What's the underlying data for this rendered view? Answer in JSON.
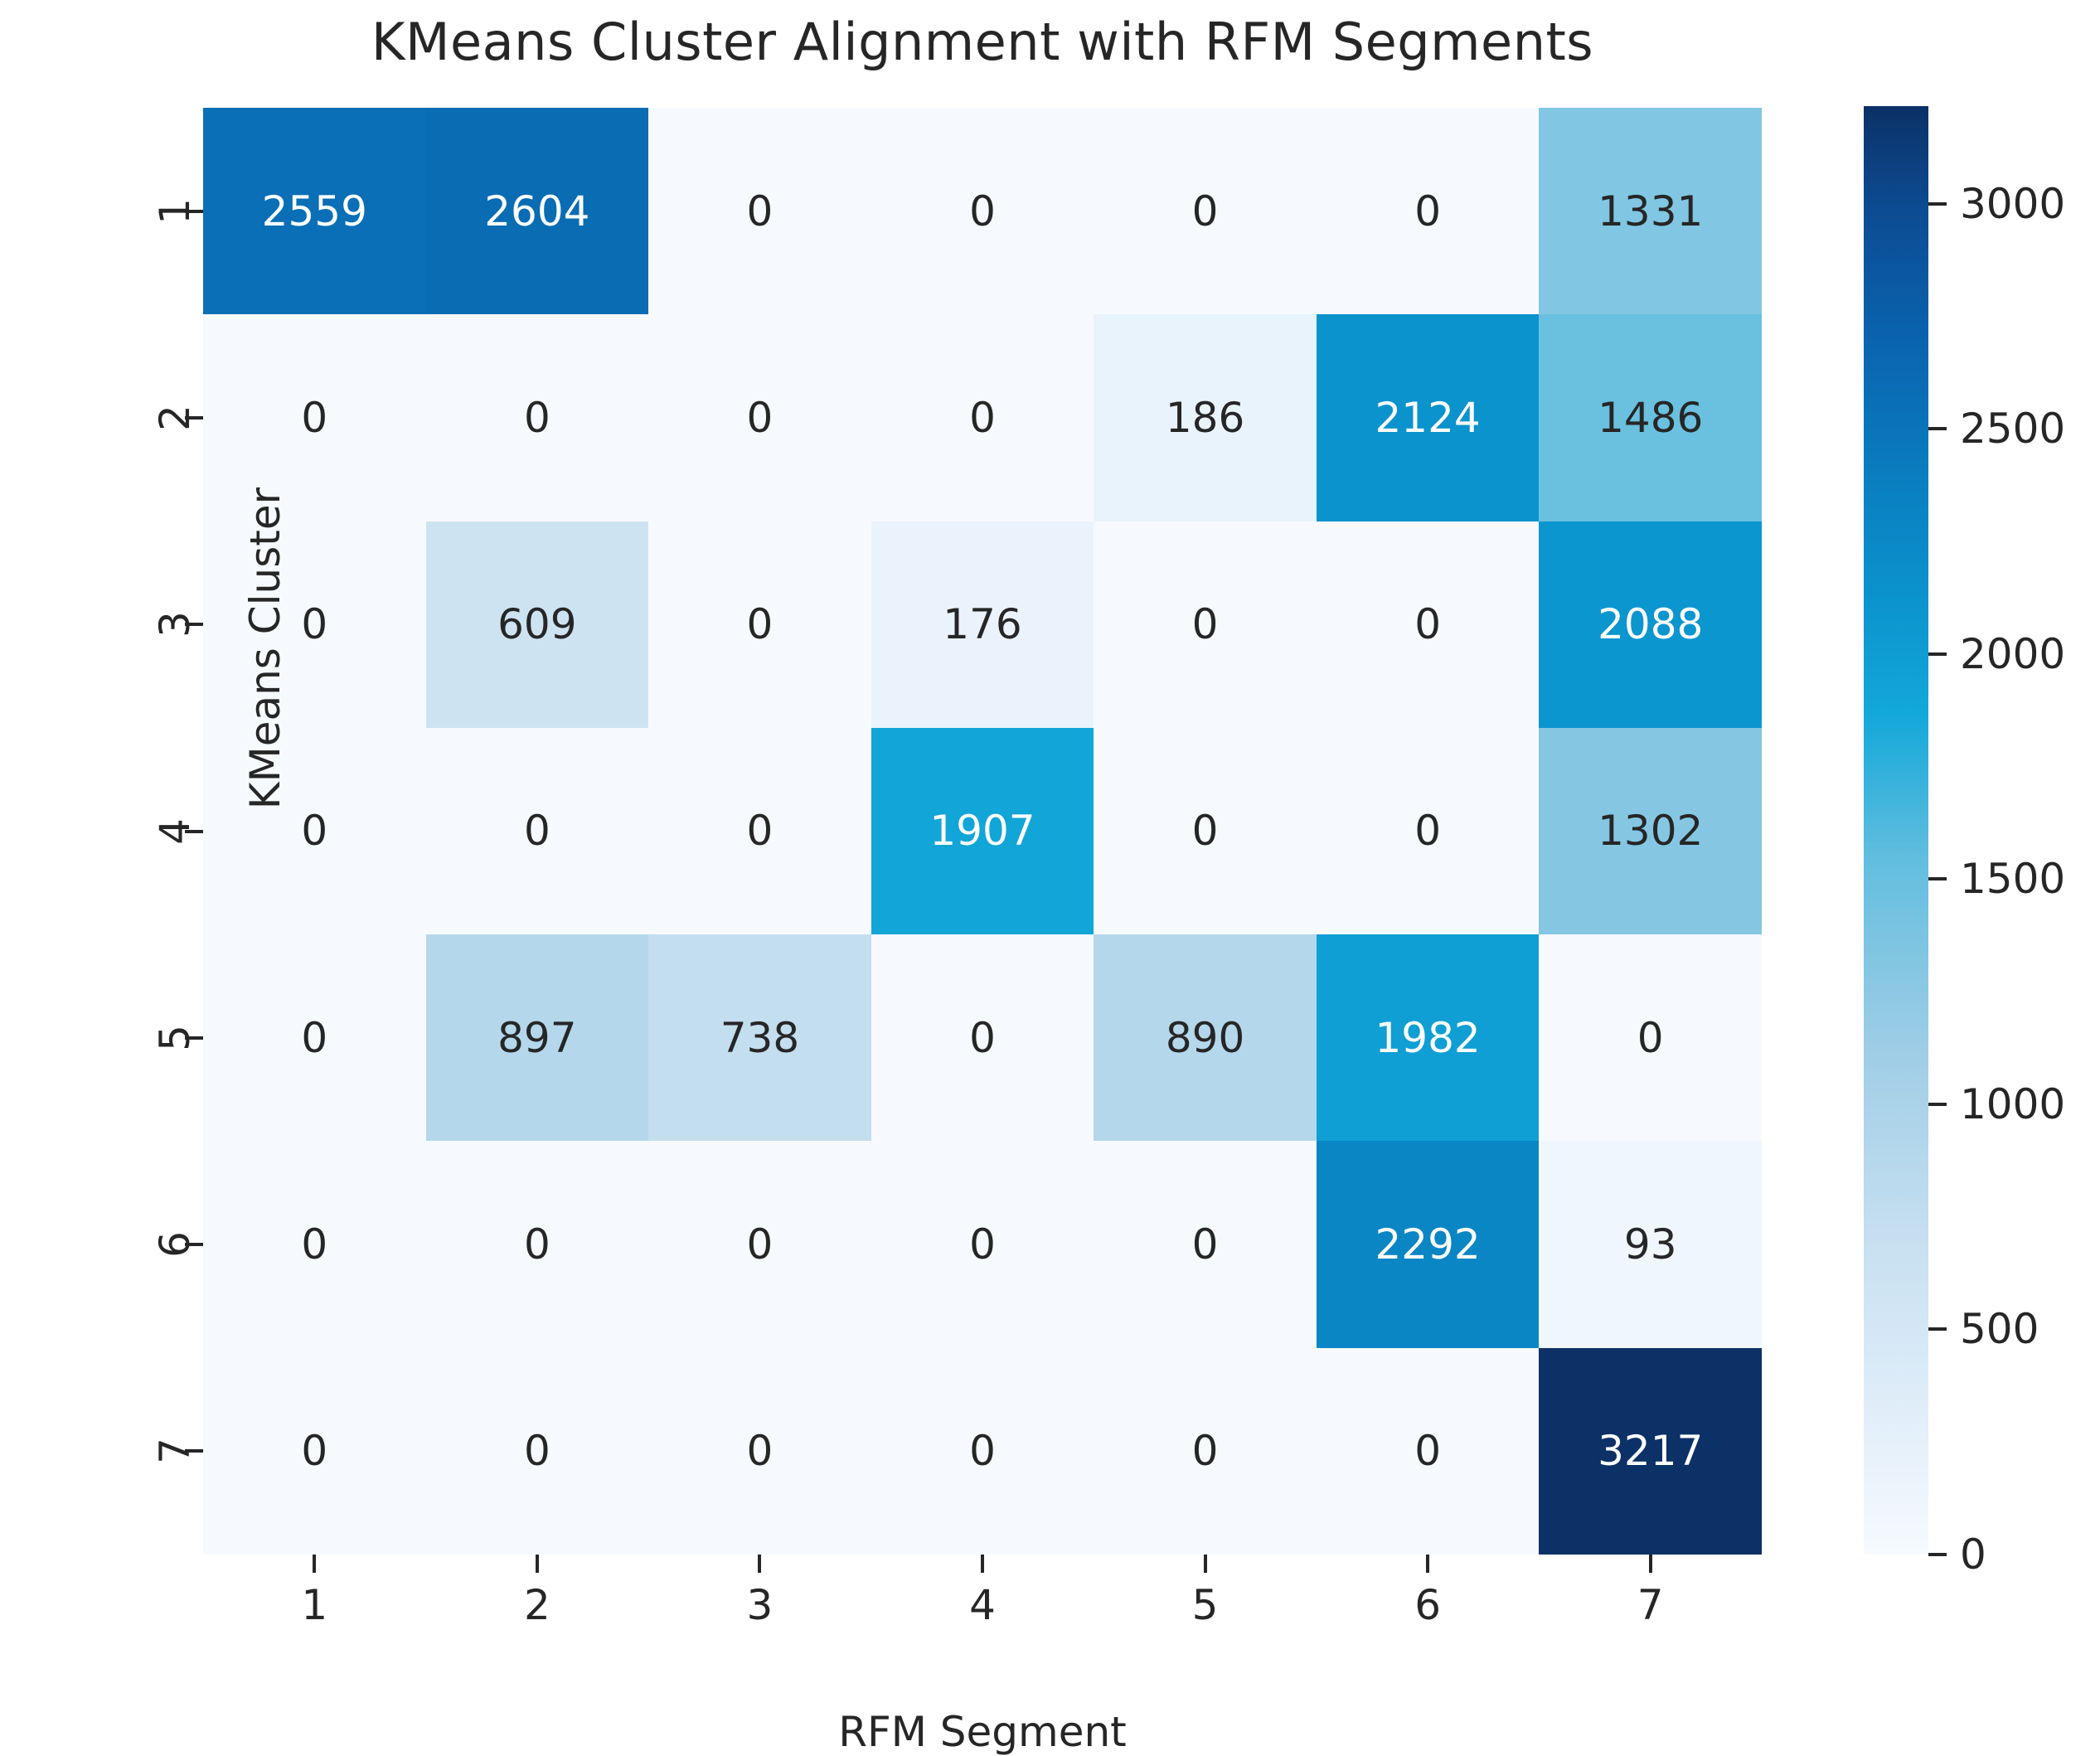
{
  "chart_data": {
    "type": "heatmap",
    "title": "KMeans Cluster Alignment with RFM Segments",
    "xlabel": "RFM Segment",
    "ylabel": "KMeans Cluster",
    "xticklabels": [
      "1",
      "2",
      "3",
      "4",
      "5",
      "6",
      "7"
    ],
    "yticklabels": [
      "1",
      "2",
      "3",
      "4",
      "5",
      "6",
      "7"
    ],
    "rows": [
      "1",
      "2",
      "3",
      "4",
      "5",
      "6",
      "7"
    ],
    "columns": [
      "1",
      "2",
      "3",
      "4",
      "5",
      "6",
      "7"
    ],
    "values": [
      [
        2559,
        2604,
        0,
        0,
        0,
        0,
        1331
      ],
      [
        0,
        0,
        0,
        0,
        186,
        2124,
        1486
      ],
      [
        0,
        609,
        0,
        176,
        0,
        0,
        2088
      ],
      [
        0,
        0,
        0,
        1907,
        0,
        0,
        1302
      ],
      [
        0,
        897,
        738,
        0,
        890,
        1982,
        0
      ],
      [
        0,
        0,
        0,
        0,
        0,
        2292,
        93
      ],
      [
        0,
        0,
        0,
        0,
        0,
        0,
        3217
      ]
    ],
    "annotated": true,
    "grid": false,
    "colorbar": {
      "label": "",
      "ticks": [
        0,
        500,
        1000,
        1500,
        2000,
        2500,
        3000
      ],
      "ticklabels": [
        "0",
        "500",
        "1000",
        "1500",
        "2000",
        "2500",
        "3000"
      ],
      "vmin": 0,
      "vmax": 3217,
      "position": "right",
      "colormap": "Blues-cyan"
    },
    "colors": {
      "background": "#ffffff",
      "text": "#262626",
      "annot_light": "#ffffff",
      "annot_dark": "#262626",
      "stops": [
        {
          "t": 0.0,
          "hex": "#f6fafe"
        },
        {
          "t": 0.12,
          "hex": "#dcebf8"
        },
        {
          "t": 0.22,
          "hex": "#c6dff0"
        },
        {
          "t": 0.35,
          "hex": "#9ecde6"
        },
        {
          "t": 0.48,
          "hex": "#62bede"
        },
        {
          "t": 0.58,
          "hex": "#13a8da"
        },
        {
          "t": 0.66,
          "hex": "#0b93cd"
        },
        {
          "t": 0.74,
          "hex": "#0a7fc0"
        },
        {
          "t": 0.84,
          "hex": "#0a63ae"
        },
        {
          "t": 0.93,
          "hex": "#0c4b92"
        },
        {
          "t": 1.0,
          "hex": "#0b3166"
        }
      ]
    }
  }
}
